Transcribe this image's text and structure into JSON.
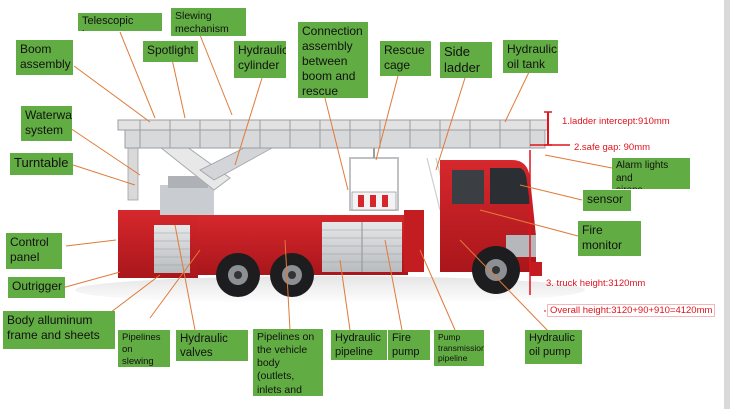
{
  "labels": {
    "telescopic_hose": "Telescopic hose",
    "slewing_mechanism": "Slewing\nmechanism",
    "spotlight": "Spotlight",
    "boom_assembly": "Boom\nassembly",
    "hydraulic_cylinder": "Hydraulic\ncylinder",
    "connection_assembly": "Connection\nassembly\nbetween\nboom and\nrescue cage",
    "rescue_cage": "Rescue\ncage",
    "side_ladder": "Side\nladder",
    "hydraulic_oil_tank": "Hydraulic\noil tank",
    "waterway_system": "Waterway\nsystem",
    "turntable": "Turntable",
    "alarm_lights_sirens": "Alarm lights and\nsirens",
    "sensor": "sensor",
    "fire_monitor": "Fire\nmonitor",
    "control_panel": "Control\npanel",
    "outrigger": "Outrigger",
    "body_aluminum_frame": "Body alluminum\nframe and sheets",
    "pipelines_slewing": "Pipelines\non slewing\nassembly",
    "hydraulic_valves": "Hydraulic\nvalves",
    "pipelines_vehicle_body": "Pipelines on\nthe vehicle\nbody (outlets,\ninlets and\nsuctions)",
    "hydraulic_pipeline": "Hydraulic\npipeline",
    "fire_pump": "Fire\npump",
    "pump_transmission_pipeline": "Pump\ntransmission\npipeline",
    "hydraulic_oil_pump": "Hydraulic\noil pump"
  },
  "annotations": {
    "ladder_intercept": "1.ladder intercept:910mm",
    "safe_gap": "2.safe gap: 90mm",
    "truck_height": "3. truck height:3120mm",
    "overall_height": "Overall height:3120+90+910=4120mm"
  },
  "colors": {
    "label_bg": "#62ad43",
    "annotation_red": "#e0141e",
    "truck_red": "#c31d22",
    "leader_line": "#e07a3a"
  }
}
